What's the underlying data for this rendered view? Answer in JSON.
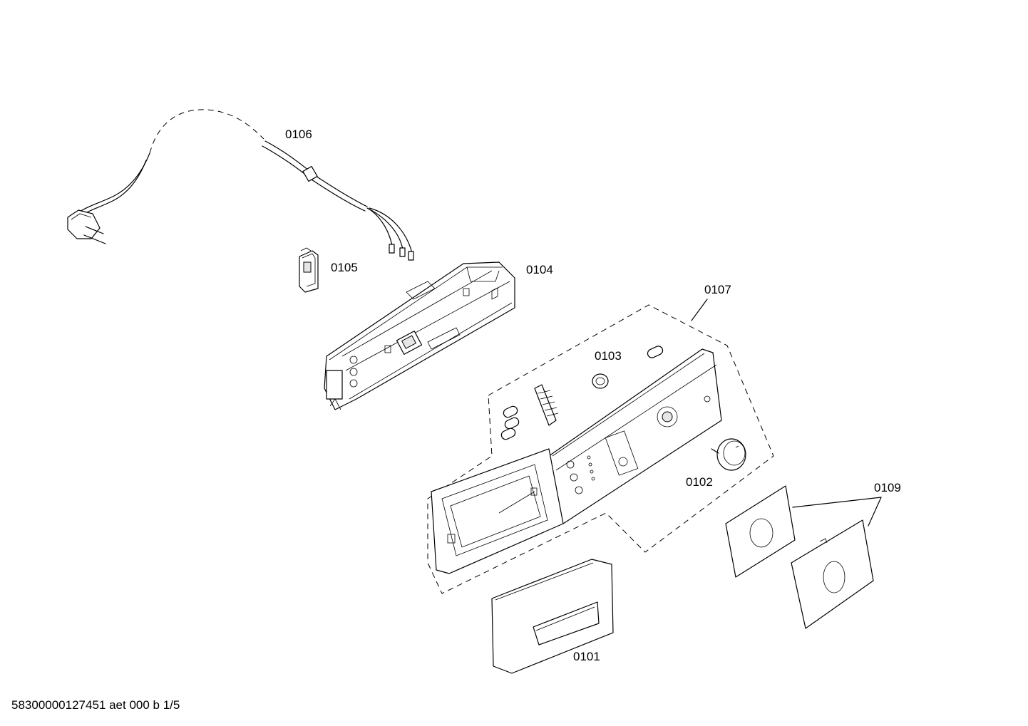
{
  "labels": {
    "p0101": "0101",
    "p0102": "0102",
    "p0103": "0103",
    "p0104": "0104",
    "p0105": "0105",
    "p0106": "0106",
    "p0107": "0107",
    "p0109": "0109"
  },
  "footer": "58300000127451 aet 000 b 1/5"
}
